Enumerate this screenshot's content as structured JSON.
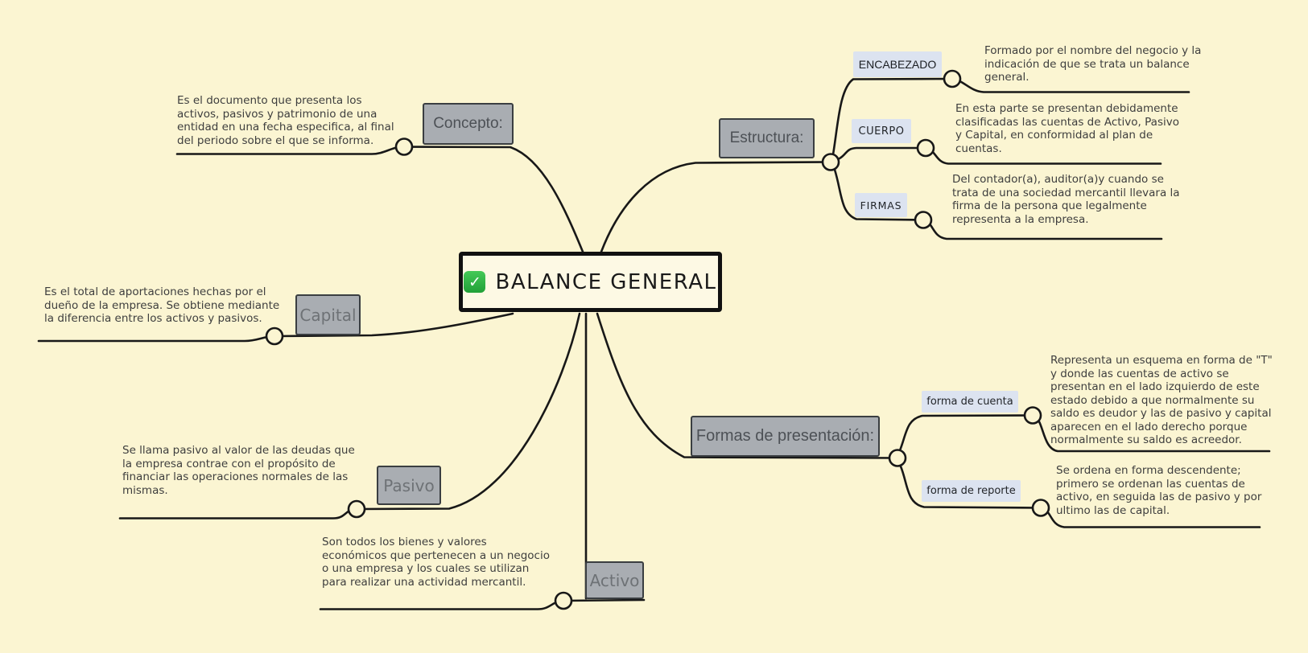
{
  "colors": {
    "bg": "#FBF5D2",
    "gray": "#A9ADB2",
    "blue": "#DCE3F0",
    "green": "#21A038",
    "line": "#181818"
  },
  "root": {
    "label": "BALANCE GENERAL",
    "check_glyph": "✓"
  },
  "nodes": {
    "concepto": {
      "label": "Concepto:",
      "desc": "Es el documento que presenta los\nactivos, pasivos y patrimonio de una\nentidad en una fecha especifica, al final\ndel periodo sobre el que se informa."
    },
    "estructura": {
      "label": "Estructura:"
    },
    "encabezado": {
      "label": "ENCABEZADO",
      "desc": "Formado por el nombre del negocio y la\nindicación de que se trata un balance\ngeneral."
    },
    "cuerpo": {
      "label": "CUERPO",
      "desc": "En esta parte se presentan debidamente\nclasificadas las cuentas de Activo, Pasivo\ny Capital, en conformidad al plan de\ncuentas."
    },
    "firmas": {
      "label": "FIRMAS",
      "desc": "Del contador(a), auditor(a)y cuando se\ntrata de una sociedad mercantil llevara la\nfirma de la persona que legalmente\nrepresenta a la empresa."
    },
    "capital": {
      "label": "Capital",
      "desc": "Es el total de aportaciones hechas por el\ndueño de la empresa. Se obtiene mediante\nla diferencia entre los activos y pasivos."
    },
    "pasivo": {
      "label": "Pasivo",
      "desc": "Se llama pasivo al valor de las deudas que\nla empresa contrae con el propósito de\nfinanciar las operaciones normales de las\nmismas."
    },
    "activo": {
      "label": "Activo",
      "desc": "Son todos los bienes y valores\neconómicos que pertenecen a un negocio\no una empresa y los cuales se utilizan\npara realizar una actividad mercantil."
    },
    "formas": {
      "label": "Formas de presentación:"
    },
    "forma_cuenta": {
      "label": "forma de cuenta",
      "desc": "Representa un esquema en forma de \"T\"\ny donde las cuentas de activo se\npresentan en el lado izquierdo de este\nestado debido a que normalmente su\nsaldo es deudor y las de pasivo y capital\naparecen en el lado derecho porque\nnormalmente su saldo es acreedor."
    },
    "forma_reporte": {
      "label": "forma de reporte",
      "desc": "Se ordena en forma descendente;\nprimero se ordenan las cuentas de\nactivo, en seguida las de pasivo y por\nultimo las de capital."
    }
  }
}
